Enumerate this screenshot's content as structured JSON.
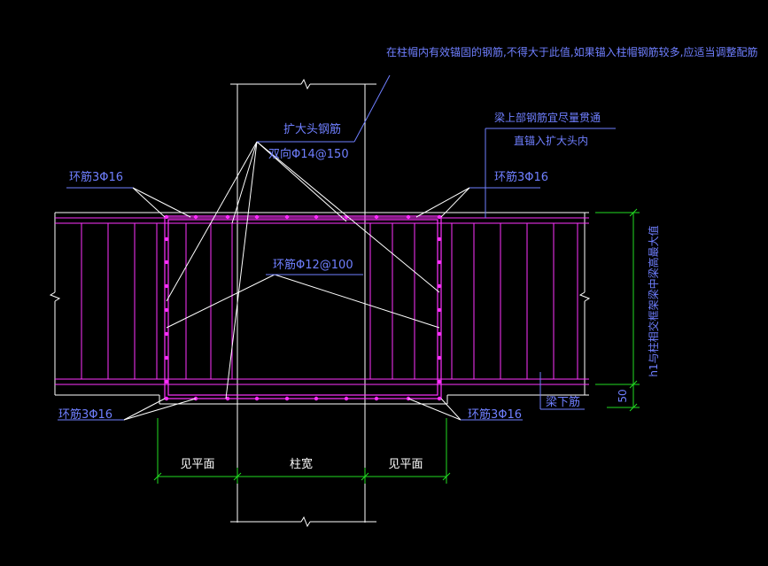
{
  "colors": {
    "background": "#000000",
    "linework": "#ffffff",
    "rebar": "#ff33ff",
    "annotation": "#6f7fff",
    "leader": "#ffffff",
    "dimension": "#22dd22",
    "dot": "#ff2dff"
  },
  "labels": {
    "note_top": "在柱帽内有效锚固的钢筋,不得大于此值,如果锚入柱帽钢筋较多,应适当调整配筋",
    "enlarged_head_rebar": "扩大头钢筋",
    "bidirectional_rebar": "双向Φ14@150",
    "beam_top_rebar_line1": "梁上部钢筋宜尽量贯通",
    "beam_top_rebar_line2": "直锚入扩大头内",
    "ring_top_left": "环筋3Φ16",
    "ring_top_right": "环筋3Φ16",
    "stirrup": "环筋Φ12@100",
    "ring_bottom_left": "环筋3Φ16",
    "ring_bottom_right": "环筋3Φ16",
    "beam_bottom_rebar": "梁下筋",
    "dim_50": "50",
    "h1_note": "h1与柱相交框架梁中梁高最大值",
    "dim_left": "见平面",
    "dim_center": "柱宽",
    "dim_right": "见平面"
  }
}
